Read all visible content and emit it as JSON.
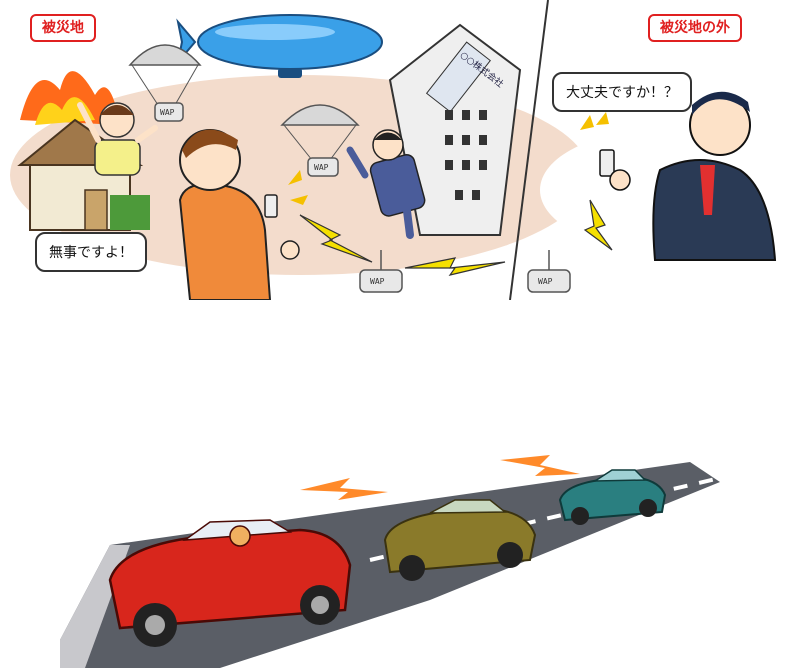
{
  "top_scene": {
    "disaster_area_tag": "被災地",
    "outside_area_tag": "被災地の外",
    "left_speech": "無事ですよ！",
    "right_speech": "大丈夫ですか！？",
    "access_point_label": "WAP",
    "building_sign": "○○株式会社"
  },
  "bottom_scene": {
    "faded_text_1": "",
    "faded_text_2": ""
  },
  "colors": {
    "tag_red": "#e02020",
    "blimp_blue": "#3aa0e8",
    "lightning_yellow": "#f5e000",
    "signal_orange": "#ff8a2a",
    "car_red": "#d8261c",
    "car_olive": "#8a7a2a",
    "car_teal": "#2a7f80"
  }
}
